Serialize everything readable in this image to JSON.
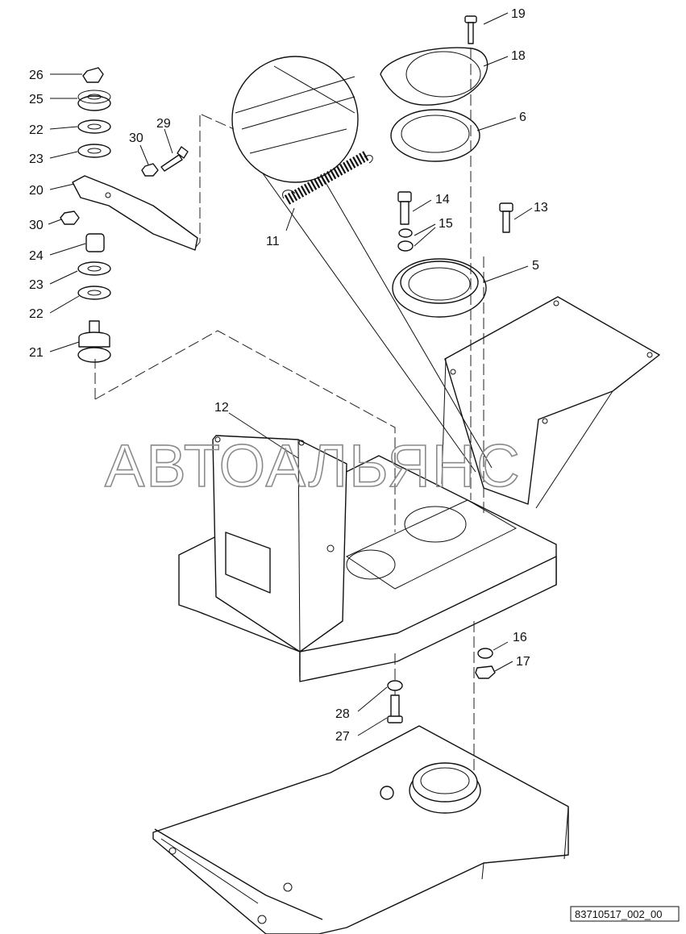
{
  "watermark": "АВТОАЛЬЯНС",
  "drawing_code": "83710517_002_00",
  "callouts": [
    {
      "id": "c19",
      "text": "19"
    },
    {
      "id": "c18",
      "text": "18"
    },
    {
      "id": "c6",
      "text": "6"
    },
    {
      "id": "c14",
      "text": "14"
    },
    {
      "id": "c15",
      "text": "15"
    },
    {
      "id": "c13",
      "text": "13"
    },
    {
      "id": "c5",
      "text": "5"
    },
    {
      "id": "c26",
      "text": "26"
    },
    {
      "id": "c25",
      "text": "25"
    },
    {
      "id": "c22a",
      "text": "22"
    },
    {
      "id": "c23a",
      "text": "23"
    },
    {
      "id": "c20",
      "text": "20"
    },
    {
      "id": "c30a",
      "text": "30"
    },
    {
      "id": "c29",
      "text": "29"
    },
    {
      "id": "c30b",
      "text": "30"
    },
    {
      "id": "c24",
      "text": "24"
    },
    {
      "id": "c23b",
      "text": "23"
    },
    {
      "id": "c22b",
      "text": "22"
    },
    {
      "id": "c21",
      "text": "21"
    },
    {
      "id": "c11",
      "text": "11"
    },
    {
      "id": "c12",
      "text": "12"
    },
    {
      "id": "c16",
      "text": "16"
    },
    {
      "id": "c17",
      "text": "17"
    },
    {
      "id": "c28",
      "text": "28"
    },
    {
      "id": "c27",
      "text": "27"
    }
  ]
}
